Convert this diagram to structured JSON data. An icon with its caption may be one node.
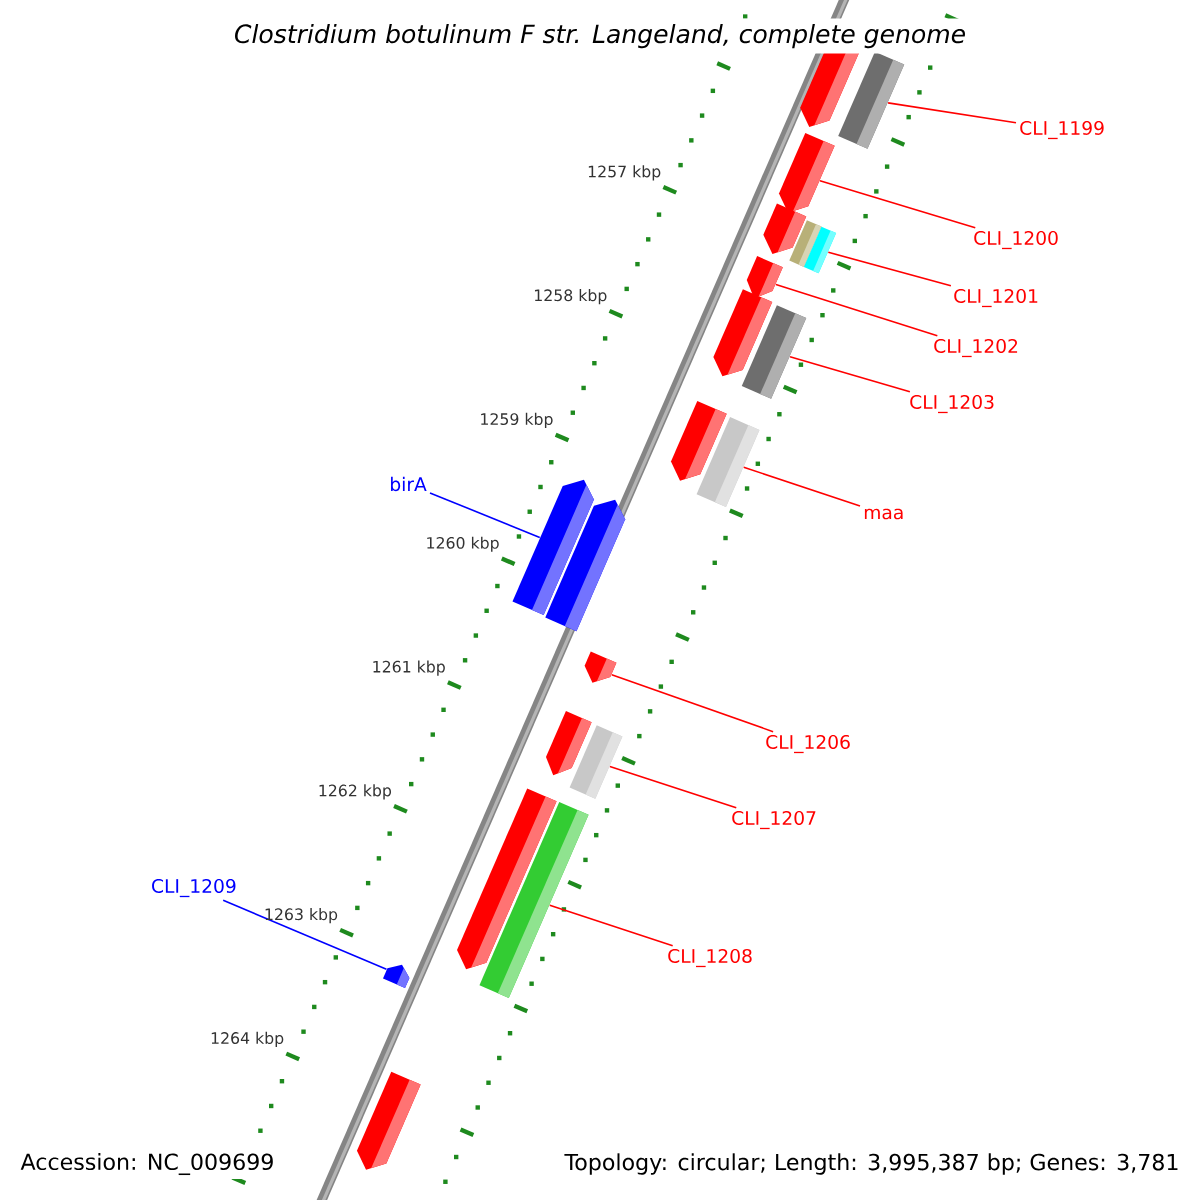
{
  "diagram": {
    "title": "Clostridium botulinum F str. Langeland, complete genome",
    "nodes": [
      {
        "text": [
          "CLI_1199"
        ]
      },
      {
        "text": [
          "CLI_1200"
        ]
      },
      {
        "text": [
          "CLI_1201"
        ]
      },
      {
        "text": [
          "CLI_1202"
        ]
      },
      {
        "text": [
          "CLI_1203"
        ]
      },
      {
        "text": [
          "birA"
        ]
      },
      {
        "text": [
          "maa"
        ]
      },
      {
        "text": [
          "CLI_1206"
        ]
      },
      {
        "text": [
          "CLI_1207"
        ]
      },
      {
        "text": [
          "CLI_1209"
        ]
      },
      {
        "text": [
          "CLI_1208"
        ]
      },
      {
        "text": [],
        "shape": "bar"
      },
      {
        "text": [],
        "shape": "bar"
      },
      {
        "text": [],
        "shape": "bar"
      },
      {
        "text": [],
        "shape": "bar"
      },
      {
        "text": [],
        "shape": "bar"
      },
      {
        "text": [],
        "shape": "bar"
      },
      {
        "text": [],
        "shape": "bar"
      },
      {
        "text": [],
        "shape": "bar"
      },
      {
        "text": [],
        "shape": "bar"
      },
      {
        "text": [],
        "shape": "bar"
      },
      {
        "text": [],
        "shape": "bar"
      }
    ],
    "edges": [
      {
        "from": 0,
        "to": 11,
        "arrow": "none"
      },
      {
        "from": 1,
        "to": 12,
        "arrow": "none"
      },
      {
        "from": 2,
        "to": 13,
        "arrow": "none"
      },
      {
        "from": 3,
        "to": 14,
        "arrow": "none"
      },
      {
        "from": 4,
        "to": 15,
        "arrow": "none"
      },
      {
        "from": 5,
        "to": 17,
        "arrow": "none",
        "color": "#0000ff"
      },
      {
        "from": 6,
        "to": 16,
        "arrow": "none"
      },
      {
        "from": 7,
        "to": 18,
        "arrow": "none"
      },
      {
        "from": 8,
        "to": 19,
        "arrow": "none"
      },
      {
        "from": 9,
        "to": 21,
        "arrow": "none",
        "color": "#0000ff"
      },
      {
        "from": 10,
        "to": 20,
        "arrow": "none"
      }
    ],
    "labels": [
      "1257 kbp",
      "1258 kbp",
      "1259 kbp",
      "1260 kbp",
      "1261 kbp",
      "1262 kbp",
      "1263 kbp",
      "1264 kbp",
      "Accession: NC_009699",
      "Topology: circular; Length: 3,995,387 bp; Genes: 3,781"
    ]
  }
}
